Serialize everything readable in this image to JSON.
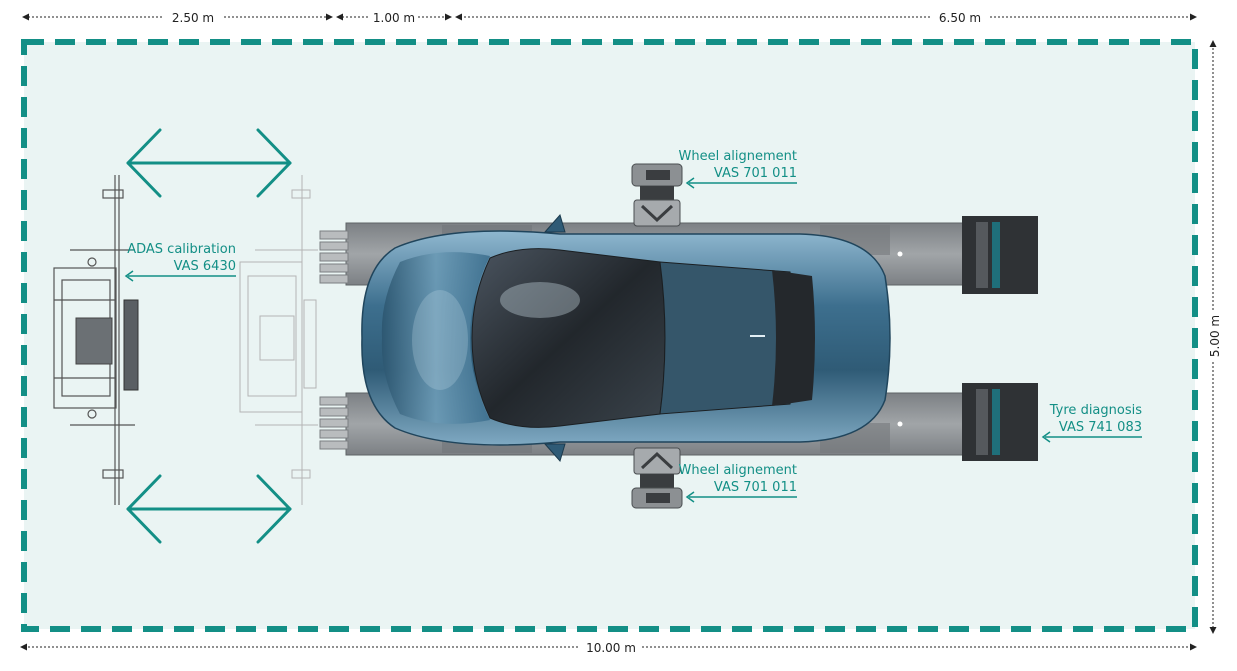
{
  "colors": {
    "accent": "#138f86",
    "floor": "#eaf4f3",
    "car_body": "#3d6f8e",
    "car_highlight": "#9cc4da",
    "car_glass": "#2a3035",
    "platform": "#8f9396",
    "sensor_unit": "#3a3d40"
  },
  "dimensions": {
    "top_left": "2.50 m",
    "top_middle": "1.00 m",
    "top_right": "6.50 m",
    "right_side": "5.00 m",
    "bottom": "10.00 m"
  },
  "callouts": {
    "wheel_top": {
      "line1": "Wheel alignement",
      "line2": "VAS 701 011"
    },
    "wheel_bottom": {
      "line1": "Wheel alignement",
      "line2": "VAS 701 011"
    },
    "adas": {
      "line1": "ADAS calibration",
      "line2": "VAS 6430"
    },
    "tyre": {
      "line1": "Tyre diagnosis",
      "line2": "VAS 741 083"
    }
  },
  "icons": {
    "movement_arrow": "double-headed-arrow-icon",
    "callout_arrow": "left-arrow-icon",
    "dimension_arrow": "dimension-arrow-icon"
  }
}
